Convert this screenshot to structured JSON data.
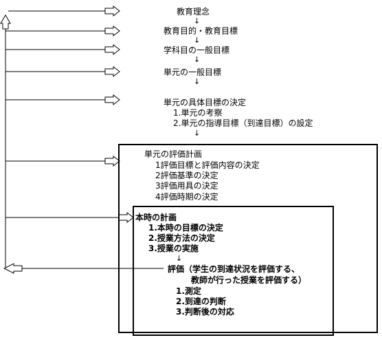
{
  "steps": [
    "教育理念",
    "教育目的・教育目標",
    "学科目の一般目標",
    "単元の一般目標"
  ],
  "unit_goal_decision": {
    "title": "単元の具体目標の決定",
    "items": [
      "1.単元の考察",
      "2.単元の指導目標（到達目標）の設定"
    ]
  },
  "evaluation_plan": {
    "title": "単元の評価計画",
    "items": [
      "1評価目標と評価内容の決定",
      "2評価基準の決定",
      "3評価用具の決定",
      "4評価時期の決定"
    ]
  },
  "lesson_plan": {
    "title": "本時の計画",
    "items": [
      "1.本時の目標の決定",
      "2.授業方法の決定",
      "3.授業の実施"
    ],
    "eval_line1": "評価（学生の到達状況を評価する、",
    "eval_line2": "教師が行った授業を評価する）",
    "eval_items": [
      "1.測定",
      "2.到達の判断",
      "3.判断後の対応"
    ]
  },
  "arrow_glyph": "↓"
}
